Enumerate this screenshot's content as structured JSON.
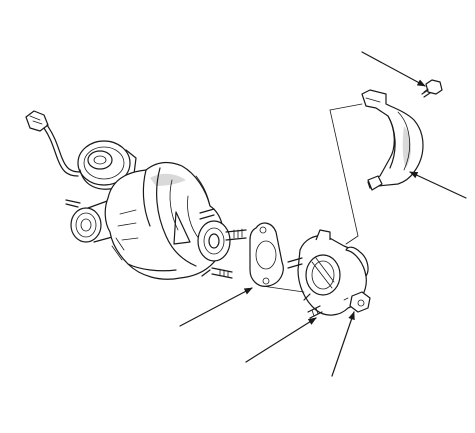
{
  "diagram": {
    "parts": [
      "turbocharger-assembly",
      "actuator-vacuum-canister",
      "electrical-connector",
      "inlet-gasket",
      "exhaust-elbow-pipe",
      "heat-shield",
      "flange-bolt",
      "flange-nut",
      "mounting-stud"
    ],
    "callout_leaders": 6,
    "line_color": "#1a1a1a",
    "background": "#ffffff"
  }
}
